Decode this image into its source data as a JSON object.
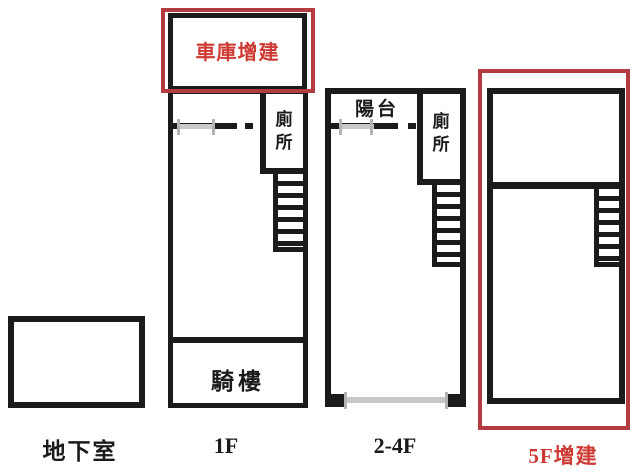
{
  "diagram": {
    "type": "building-floor-plan",
    "captions": {
      "basement": "地下室",
      "f1": "1F",
      "f2_4": "2-4F",
      "f5": "5F增建"
    },
    "rooms": {
      "garage_annotation": "車庫增建",
      "toilet_f1": "廁所",
      "toilet_f2_4": "廁所",
      "balcony": "陽台",
      "arcade": "騎樓"
    },
    "colors": {
      "wall": "#1b1b1b",
      "annotation_frame_red": "#b23c40",
      "annotation_text_red": "#cd3933",
      "window_gray": "#c9c9c9"
    }
  }
}
